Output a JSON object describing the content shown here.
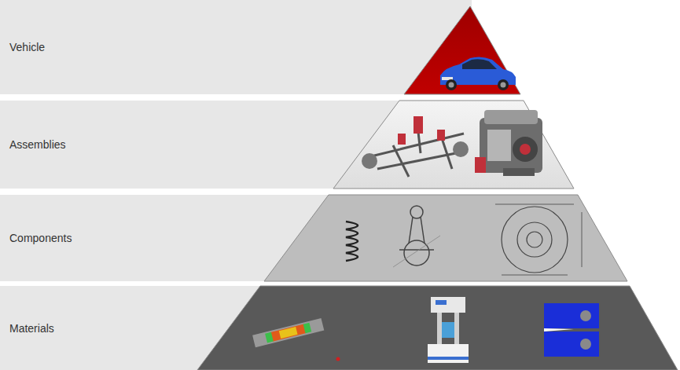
{
  "diagram": {
    "nodes": [
      {
        "text": [
          "Vehicle"
        ]
      },
      {
        "text": [
          "Assemblies"
        ]
      },
      {
        "text": [
          "Components"
        ]
      },
      {
        "text": [
          "Materials"
        ]
      }
    ]
  }
}
